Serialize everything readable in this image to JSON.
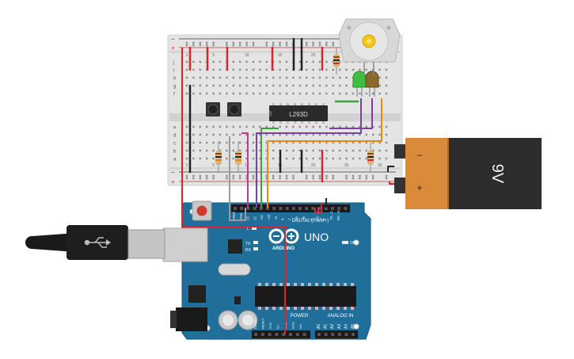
{
  "breadboard": {
    "rows_top": [
      "j",
      "i",
      "h",
      "g",
      "f"
    ],
    "rows_bottom": [
      "e",
      "d",
      "c",
      "b",
      "a"
    ],
    "col_numbers": [
      "1",
      "5",
      "10",
      "15",
      "20",
      "25",
      "30"
    ],
    "rail_minus": "−",
    "rail_plus": "+"
  },
  "chip": {
    "label": "L293D"
  },
  "battery": {
    "label": "9V",
    "minus": "−",
    "plus": "+"
  },
  "arduino": {
    "logo_text": "UNO",
    "brand_text": "ARDUINO",
    "digital_label": "DIGITAL (PWM~)",
    "on_label": "ON",
    "tx_label": "TX",
    "rx_label": "RX",
    "l_label": "L",
    "power_label": "POWER",
    "analog_label": "ANALOG IN",
    "power_pins": [
      "IOREF",
      "RESET",
      "3.3V",
      "5V",
      "GND",
      "GND",
      "Vin"
    ],
    "analog_pins": [
      "A0",
      "A1",
      "A2",
      "A3",
      "A4",
      "A5"
    ],
    "digital_pins": [
      "AREF",
      "GND",
      "13",
      "12",
      "~11",
      "~10",
      "~9",
      "8",
      "7",
      "~6",
      "~5",
      "4",
      "~3",
      "2",
      "TX→1",
      "RX←0"
    ]
  },
  "colors": {
    "board_blue": "#1f6f9a",
    "wire_red": "#d7262b",
    "wire_black": "#222222",
    "wire_green": "#3aa33a",
    "wire_purple": "#7b3fa8",
    "wire_orange": "#e88a1a",
    "wire_grey": "#9a9a9a",
    "wire_magenta": "#c23a8a",
    "battery_orange": "#d98a3a"
  }
}
